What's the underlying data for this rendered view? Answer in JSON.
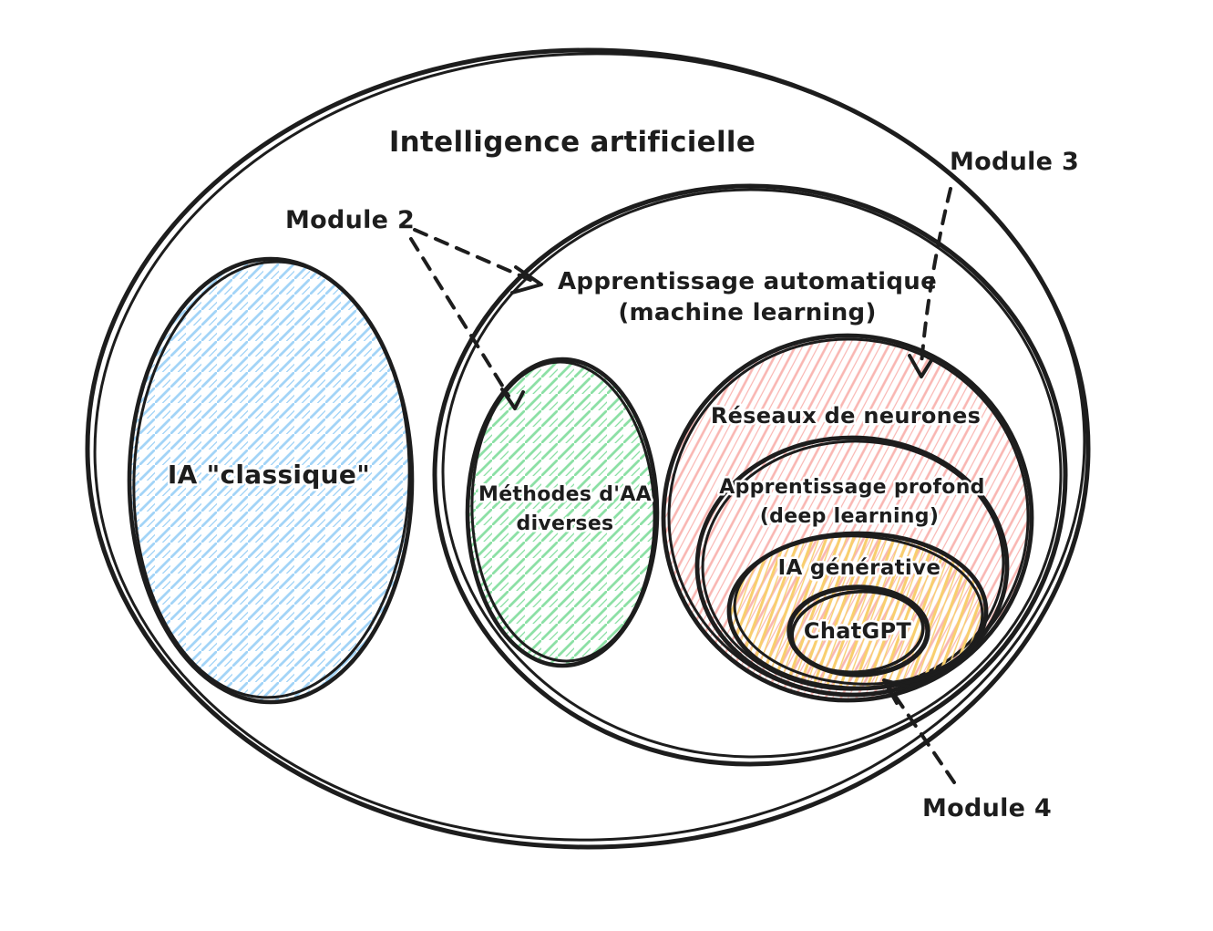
{
  "diagram": {
    "title": "Intelligence artificielle",
    "sets": {
      "classic_ai": {
        "label": "IA \"classique\""
      },
      "machine_learning": {
        "label": "Apprentissage automatique",
        "sublabel": "(machine learning)"
      },
      "aa_methods": {
        "label": "Méthodes d'AA",
        "sublabel": "diverses"
      },
      "neural_networks": {
        "label": "Réseaux de neurones"
      },
      "deep_learning": {
        "label": "Apprentissage profond",
        "sublabel": "(deep learning)"
      },
      "generative_ai": {
        "label": "IA générative"
      },
      "chatgpt": {
        "label": "ChatGPT"
      }
    },
    "annotations": {
      "module2": {
        "label": "Module 2"
      },
      "module3": {
        "label": "Module 3"
      },
      "module4": {
        "label": "Module 4"
      }
    },
    "colors": {
      "ink": "#1d1d1d",
      "classic_ai_hatch": "#a3d4f7",
      "aa_methods_hatch": "#8ce0a5",
      "neural_networks_hatch": "#f9b6b2",
      "generative_ai_hatch": "#f8cf6e"
    }
  }
}
